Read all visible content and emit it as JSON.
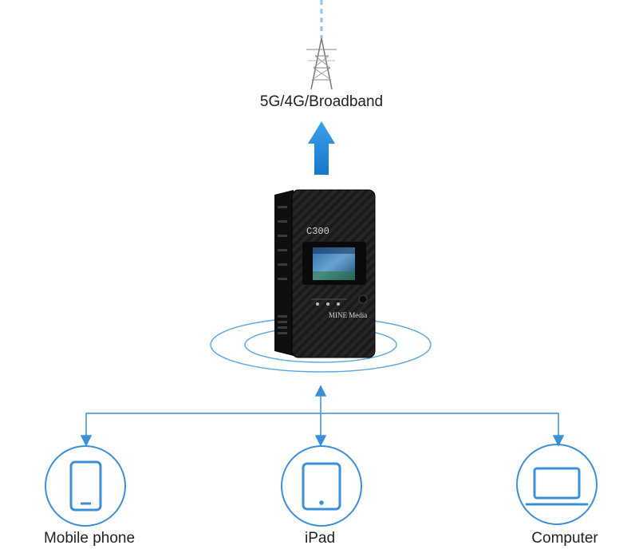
{
  "uplink": {
    "label": "5G/4G/Broadband"
  },
  "device": {
    "model": "C300",
    "brand": "MINE Media"
  },
  "clients": [
    {
      "label": "Mobile phone",
      "icon": "mobile-phone-icon"
    },
    {
      "label": "iPad",
      "icon": "tablet-icon"
    },
    {
      "label": "Computer",
      "icon": "laptop-icon"
    }
  ],
  "colors": {
    "accent": "#3b8fd8",
    "arrow": "#1e88d6",
    "device": "#1c1c1e"
  }
}
